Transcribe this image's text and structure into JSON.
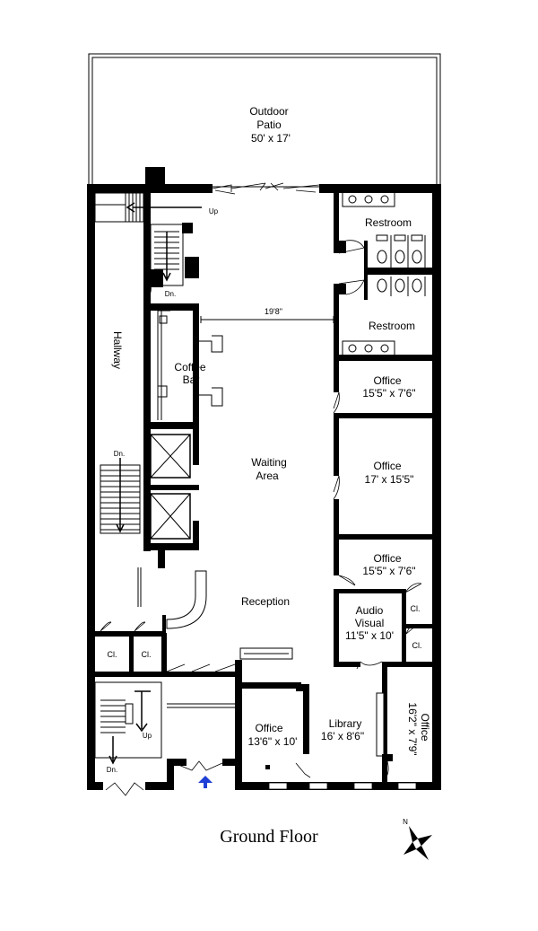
{
  "caption": "Ground Floor",
  "compass": "N",
  "entry_color": "#1f3fd6",
  "rooms": {
    "patio": {
      "name1": "Outdoor",
      "name2": "Patio",
      "dim": "50' x 17'"
    },
    "restroom_a": {
      "name": "Restroom"
    },
    "restroom_b": {
      "name": "Restroom"
    },
    "hallway": {
      "name": "Hallway"
    },
    "coffee": {
      "name1": "Coffee",
      "name2": "Bar"
    },
    "office_1": {
      "name": "Office",
      "dim": "15'5\" x 7'6\""
    },
    "waiting": {
      "name1": "Waiting",
      "name2": "Area"
    },
    "office_2": {
      "name": "Office",
      "dim": "17' x 15'5\""
    },
    "office_3": {
      "name": "Office",
      "dim": "15'5\" x 7'6\""
    },
    "reception": {
      "name": "Reception"
    },
    "audio_visual": {
      "name1": "Audio",
      "name2": "Visual",
      "dim": "11'5\" x 10'"
    },
    "closet_a": {
      "name": "Cl."
    },
    "closet_b": {
      "name": "Cl."
    },
    "closet_c": {
      "name": "Cl."
    },
    "closet_d": {
      "name": "Cl."
    },
    "office_4": {
      "name": "Office",
      "dim": "13'6\" x 10'"
    },
    "library": {
      "name": "Library",
      "dim": "16' x 8'6\""
    },
    "office_5": {
      "name": "Office",
      "dim": "16'2\" x 7'9\""
    }
  },
  "dimension_marker": "19'8\"",
  "stairs": {
    "up_top": "Up",
    "dn_top": "Dn.",
    "dn_hall": "Dn.",
    "up_bottom": "Up",
    "dn_bottom": "Dn."
  }
}
